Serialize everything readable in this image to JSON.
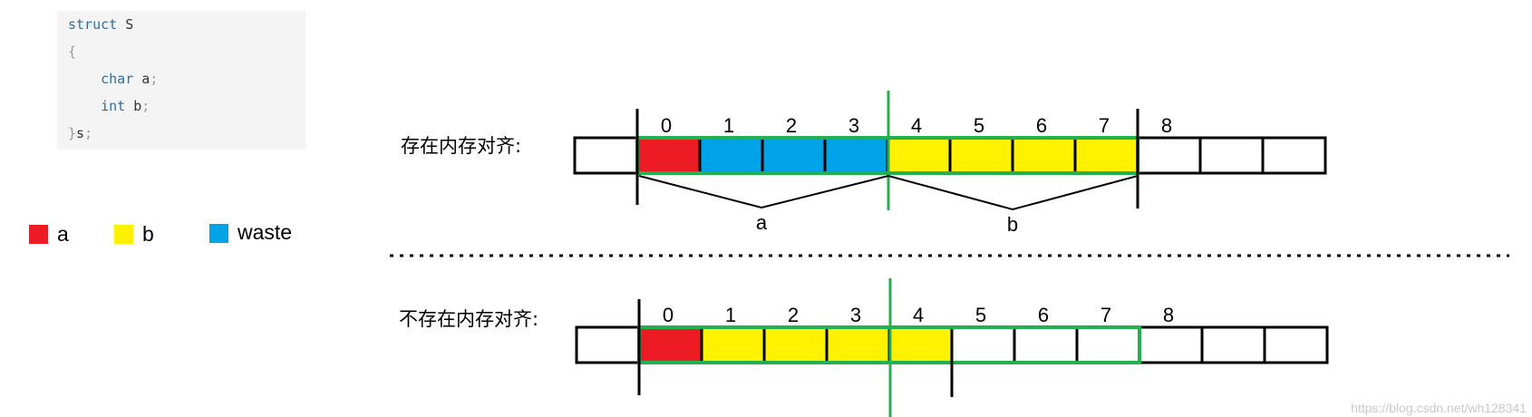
{
  "code": {
    "lines": [
      [
        {
          "t": "struct",
          "c": "kw"
        },
        {
          "t": " S",
          "c": "id"
        }
      ],
      [
        {
          "t": "{",
          "c": "punc"
        }
      ],
      [
        {
          "t": "    ",
          "c": "id"
        },
        {
          "t": "char",
          "c": "kw"
        },
        {
          "t": " a",
          "c": "id"
        },
        {
          "t": ";",
          "c": "punc"
        }
      ],
      [
        {
          "t": "    ",
          "c": "id"
        },
        {
          "t": "int",
          "c": "kw"
        },
        {
          "t": " b",
          "c": "id"
        },
        {
          "t": ";",
          "c": "punc"
        }
      ],
      [
        {
          "t": "}",
          "c": "punc"
        },
        {
          "t": "s",
          "c": "id"
        },
        {
          "t": ";",
          "c": "punc"
        }
      ]
    ]
  },
  "legend": [
    {
      "label": "a",
      "color": "#ed1c24"
    },
    {
      "label": "b",
      "color": "#fff200"
    },
    {
      "label": "waste",
      "color": "#00a2e8"
    }
  ],
  "rows": [
    {
      "label": "存在内存对齐:",
      "cells": [
        "empty",
        "a",
        "waste",
        "waste",
        "waste",
        "b",
        "b",
        "b",
        "b",
        "empty",
        "empty",
        "empty"
      ],
      "indices": [
        "0",
        "1",
        "2",
        "3",
        "4",
        "5",
        "6",
        "7",
        "8"
      ],
      "brace_labels": [
        "a",
        "b"
      ]
    },
    {
      "label": "不存在内存对齐:",
      "cells": [
        "empty",
        "a",
        "b",
        "b",
        "b",
        "b",
        "empty",
        "empty",
        "empty",
        "empty",
        "empty",
        "empty"
      ],
      "indices": [
        "0",
        "1",
        "2",
        "3",
        "4",
        "5",
        "6",
        "7",
        "8"
      ],
      "brace_labels": []
    }
  ],
  "colors": {
    "a": "#ed1c24",
    "b": "#fff200",
    "waste": "#00a2e8",
    "empty": "#ffffff",
    "green": "#22b14c",
    "line": "#000000"
  },
  "watermark": "https://blog.csdn.net/wh128341"
}
